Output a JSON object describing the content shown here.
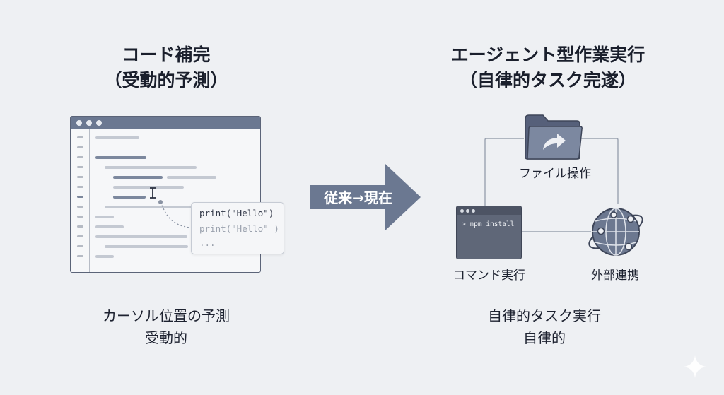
{
  "left": {
    "title_line1": "コード補完",
    "title_line2": "（受動的予測）",
    "caption_line1": "カーソル位置の予測",
    "caption_line2": "受動的",
    "suggestion": {
      "line1": "print(\"Hello\")",
      "line2": "print(\"Hello\" )",
      "line3": "..."
    }
  },
  "arrow": {
    "label": "従来→現在",
    "color": "#6b7891"
  },
  "right": {
    "title_line1": "エージェント型作業実行",
    "title_line2": "（自律的タスク完遂）",
    "caption_line1": "自律的タスク実行",
    "caption_line2": "自律的",
    "nodes": {
      "file": "ファイル操作",
      "command": "コマンド実行",
      "external": "外部連携"
    },
    "terminal_text": "> npm install"
  },
  "icons": {
    "editor": "code-editor-icon",
    "cursor": "text-cursor-icon",
    "folder": "folder-share-icon",
    "terminal": "terminal-icon",
    "globe": "globe-network-icon",
    "sparkle": "sparkle-icon"
  },
  "colors": {
    "background": "#eef0f3",
    "accent": "#6b7891",
    "dark": "#5f6778"
  }
}
